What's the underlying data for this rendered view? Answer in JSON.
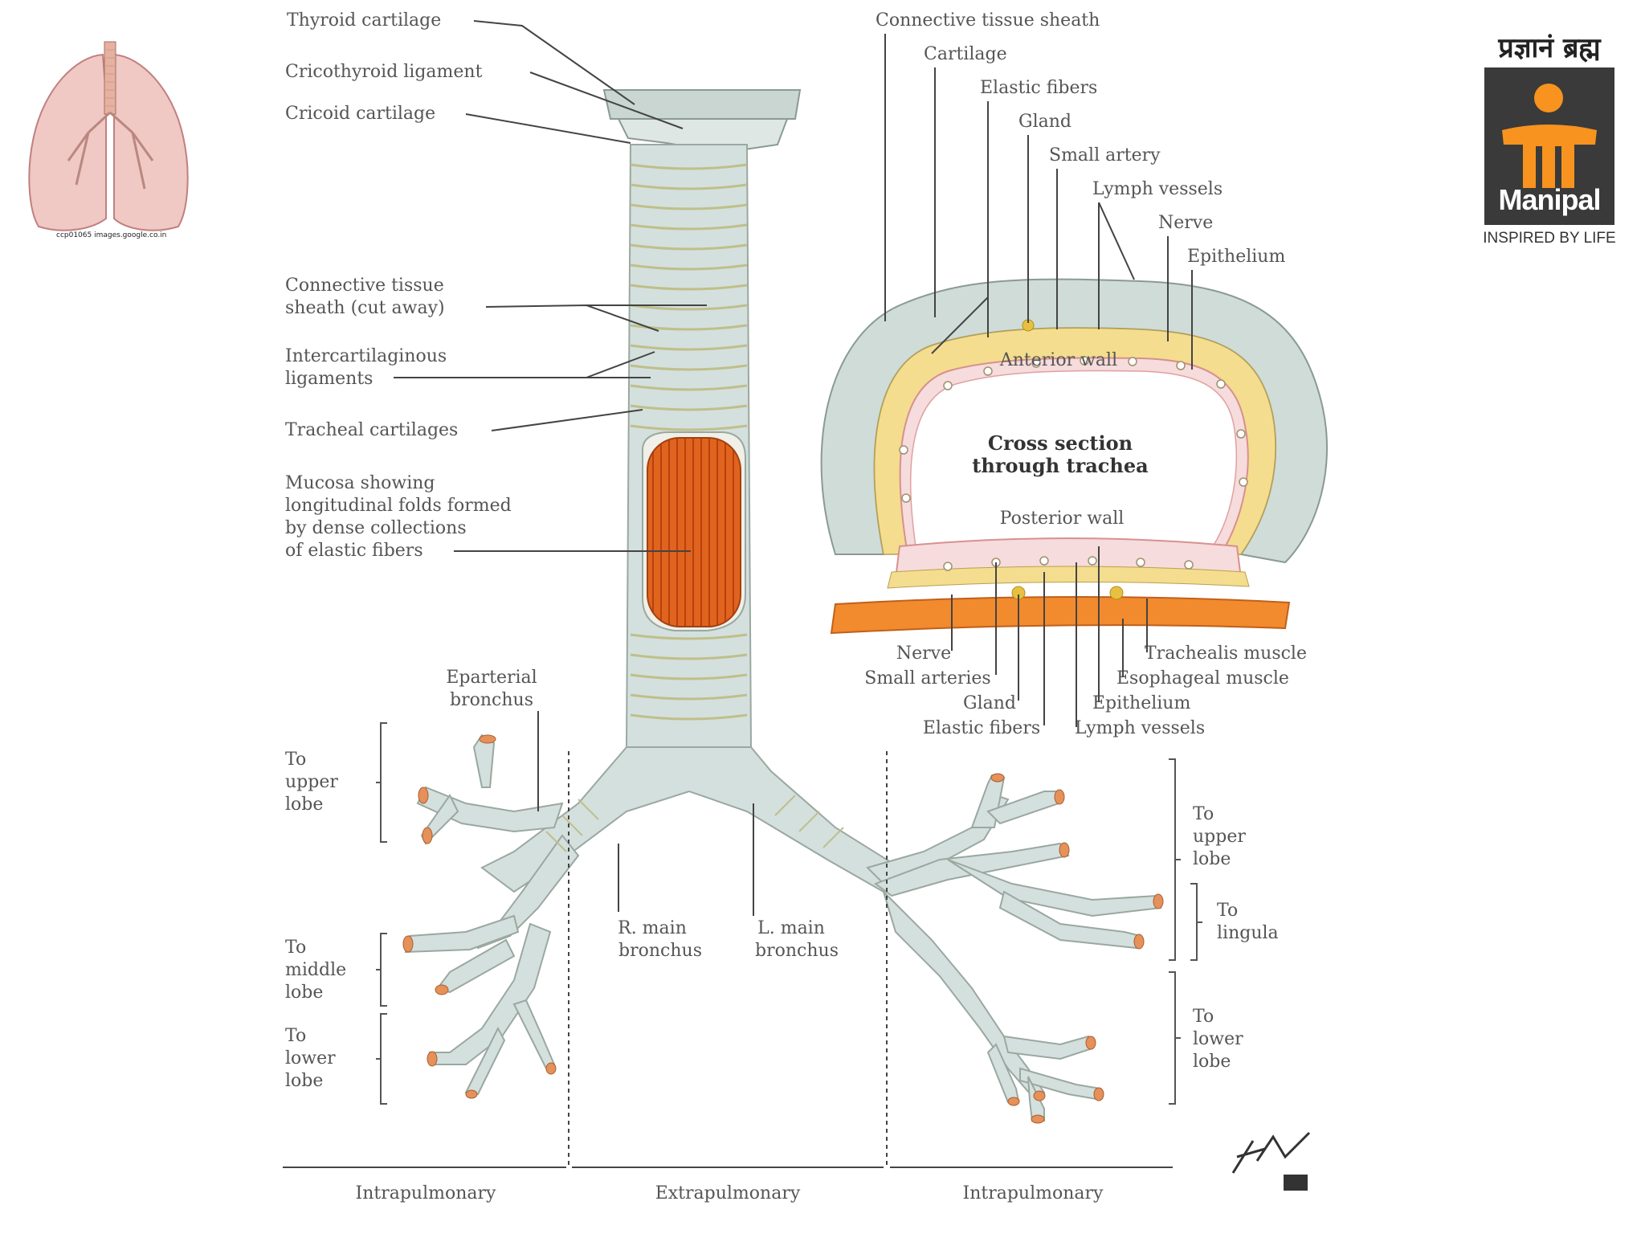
{
  "logo": {
    "tagline": "प्रज्ञानं ब्रह्म",
    "brand": "Manipal",
    "slogan": "INSPIRED BY LIFE",
    "accent_color": "#f7931e",
    "box_color": "#3a3a3a"
  },
  "thumbnail": {
    "credit": "ccp01065 images.google.co.in"
  },
  "trachea_labels": {
    "thyroid": "Thyroid cartilage",
    "cricothyroid": "Cricothyroid ligament",
    "cricoid": "Cricoid cartilage",
    "sheath_1": "Connective tissue",
    "sheath_2": "sheath (cut away)",
    "intercart_1": "Intercartilaginous",
    "intercart_2": "ligaments",
    "tracheal": "Tracheal cartilages",
    "mucosa_1": "Mucosa showing",
    "mucosa_2": "longitudinal folds formed",
    "mucosa_3": "by dense collections",
    "mucosa_4": "of elastic fibers",
    "eparterial_1": "Eparterial",
    "eparterial_2": "bronchus",
    "r_main_1": "R. main",
    "r_main_2": "bronchus",
    "l_main_1": "L. main",
    "l_main_2": "bronchus"
  },
  "lobe_labels": {
    "r_upper": [
      "To",
      "upper",
      "lobe"
    ],
    "r_middle": [
      "To",
      "middle",
      "lobe"
    ],
    "r_lower": [
      "To",
      "lower",
      "lobe"
    ],
    "l_upper": [
      "To",
      "upper",
      "lobe"
    ],
    "l_lingula": [
      "To",
      "lingula"
    ],
    "l_lower": [
      "To",
      "lower",
      "lobe"
    ]
  },
  "cross_section": {
    "title_1": "Cross section",
    "title_2": "through trachea",
    "anterior": "Anterior wall",
    "posterior": "Posterior wall",
    "top_labels": {
      "sheath": "Connective tissue sheath",
      "cartilage": "Cartilage",
      "elastic": "Elastic fibers",
      "gland": "Gland",
      "artery": "Small artery",
      "lymph": "Lymph vessels",
      "nerve": "Nerve",
      "epithelium": "Epithelium"
    },
    "bottom_labels": {
      "nerve": "Nerve",
      "arteries": "Small arteries",
      "gland": "Gland",
      "elastic": "Elastic fibers",
      "trachealis": "Trachealis muscle",
      "esophageal": "Esophageal muscle",
      "epithelium": "Epithelium",
      "lymph": "Lymph vessels"
    }
  },
  "zones": {
    "left": "Intrapulmonary",
    "center": "Extrapulmonary",
    "right": "Intrapulmonary"
  },
  "colors": {
    "airway": "#d4e0de",
    "airway_outline": "#9aa8a0",
    "ring": "#c8c89a",
    "mucosa": "#e0641e",
    "wall_band": "#f0d56a",
    "muscle_band": "#f28a2e",
    "lung": "#f0c8c4"
  }
}
